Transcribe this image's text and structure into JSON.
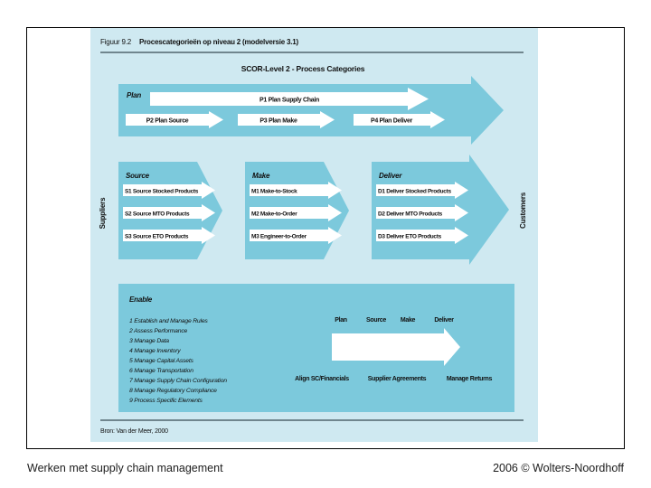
{
  "figure": {
    "caption_label": "Figuur 9.2",
    "caption_title": "Procescategorieën op niveau 2 (modelversie 3.1)",
    "subtitle": "SCOR-Level 2 - Process Categories",
    "source_note": "Bron: Van der Meer, 2000"
  },
  "plan_row": {
    "label": "Plan",
    "p1": "P1 Plan Supply Chain",
    "p2": "P2 Plan Source",
    "p3": "P3 Plan Make",
    "p4": "P4 Plan Deliver"
  },
  "source_column": {
    "label": "Source",
    "items": [
      "S1 Source Stocked Products",
      "S2 Source MTO Products",
      "S3 Source ETO Products"
    ]
  },
  "make_column": {
    "label": "Make",
    "items": [
      "M1 Make-to-Stock",
      "M2 Make-to-Order",
      "M3 Engineer-to-Order"
    ]
  },
  "deliver_column": {
    "label": "Deliver",
    "items": [
      "D1 Deliver Stocked Products",
      "D2 Deliver MTO Products",
      "D3 Deliver ETO Products"
    ]
  },
  "edges": {
    "left_label": "Suppliers",
    "right_label": "Customers"
  },
  "enable_box": {
    "label": "Enable",
    "items": [
      "1 Establish and Manage Rules",
      "2 Assess Performance",
      "3 Manage Data",
      "4 Manage Inventory",
      "5 Manage Capital Assets",
      "6 Manage Transportation",
      "7 Manage Supply Chain Configuration",
      "8 Manage Regulatory Compliance",
      "9 Process Specific Elements"
    ],
    "flow_labels": [
      "Plan",
      "Source",
      "Make",
      "Deliver"
    ],
    "bottom_labels": [
      "Align SC/Financials",
      "Supplier Agreements",
      "Manage Returns"
    ]
  },
  "footer": {
    "left": "Werken met supply chain management",
    "right": "2006 © Wolters-Noordhoff"
  },
  "colors": {
    "panel_bg": "#cfe9f1",
    "arrow_blue": "#7cc9dc",
    "white": "#ffffff"
  }
}
